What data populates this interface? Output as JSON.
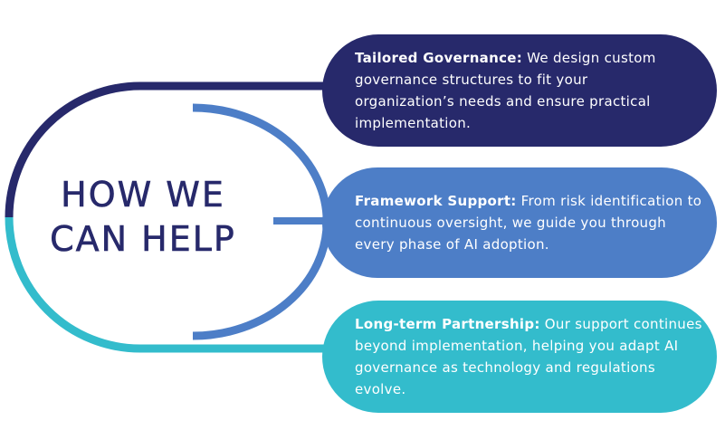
{
  "headline": {
    "line1": "HOW WE",
    "line2": "CAN HELP"
  },
  "items": [
    {
      "title": "Tailored Governance:",
      "text": " We design custom governance structures to fit your organization’s needs and ensure practical implementation.",
      "color": "#27296b"
    },
    {
      "title": "Framework Support:",
      "text": " From risk identification to continuous oversight, we guide you through every phase of AI adoption.",
      "color": "#4d7ec7"
    },
    {
      "title": "Long-term Partnership:",
      "text": " Our support continues beyond implementation, helping you adapt AI governance as technology and regulations evolve.",
      "color": "#33bccc"
    }
  ],
  "colors": {
    "navy": "#27296b",
    "blue": "#4d7ec7",
    "teal": "#33bccc",
    "background": "#ffffff"
  }
}
